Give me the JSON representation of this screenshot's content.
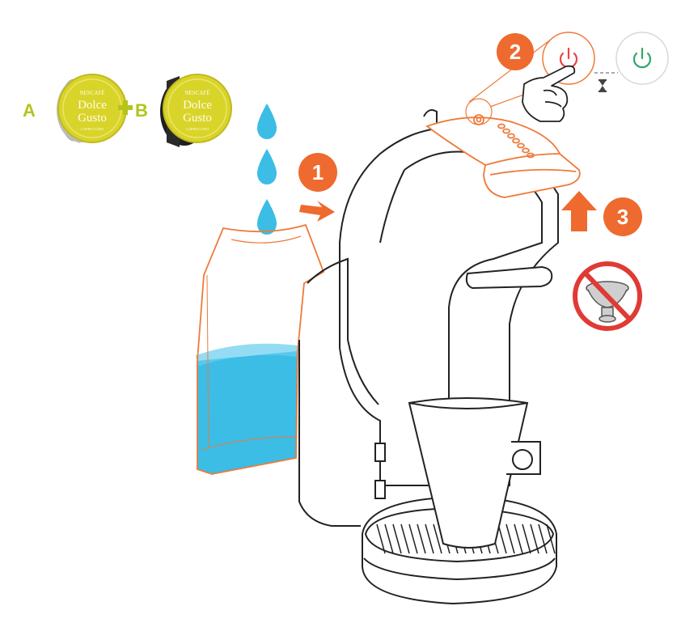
{
  "capsules": {
    "a_label": "A",
    "b_label": "B",
    "brand_top": "NESCAFÉ",
    "brand_line1": "Dolce",
    "brand_line2": "Gusto",
    "brand_small": "CAPPUCCINO",
    "capsule_a_color": "#d9d42a",
    "capsule_b_color": "#1f1f1f",
    "plus_color": "#b4c41c"
  },
  "steps": {
    "step1": "1",
    "step2": "2",
    "step3": "3",
    "badge_color": "#ee6a2e"
  },
  "colors": {
    "water": "#3bbde6",
    "outline_orange": "#ef7a3a",
    "power_red": "#e84545",
    "power_green": "#2ea86b",
    "prohibit_red": "#e03a35",
    "machine_line": "#222222"
  },
  "icons": {
    "water_drop": "water-drop-icon",
    "power_red": "power-red-icon",
    "power_green": "power-green-icon",
    "hourglass": "hourglass-icon",
    "hand": "pointing-hand-icon",
    "arrow_in": "arrow-right-icon",
    "arrow_up": "arrow-up-icon",
    "no_funnel": "no-capsule-holder-icon"
  }
}
